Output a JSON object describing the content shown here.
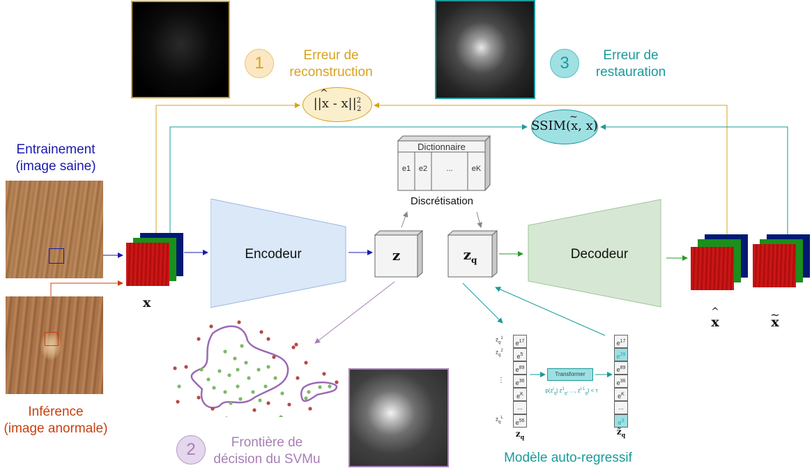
{
  "labels": {
    "train_line1": "Entrainement",
    "train_line2": "(image saine)",
    "inf_line1": "Inférence",
    "inf_line2": "(image anormale)",
    "x_label": "x",
    "encoder": "Encodeur",
    "decoder": "Decodeur",
    "z": "z",
    "zq_main": "z",
    "zq_sub": "q",
    "dictionary": "Dictionnaire",
    "discretisation": "Discrétisation",
    "xhat": "x",
    "xtilde": "x",
    "hat": "^",
    "tilde": "~"
  },
  "errors": {
    "e1_num": "1",
    "e1_line1": "Erreur de",
    "e1_line2": "reconstruction",
    "e3_num": "3",
    "e3_line1": "Erreur de",
    "e3_line2": "restauration",
    "mse": "||x - x||",
    "mse_sup": "2",
    "mse_sub": "2",
    "ssim": "SSIM(x, x)"
  },
  "svm": {
    "num": "2",
    "line1": "Frontière de",
    "line2": "décision du SVMu"
  },
  "dictionary_cells": [
    "e1",
    "e2",
    "...",
    "eK"
  ],
  "autoreg": {
    "title": "Modèle auto-regressif",
    "transformer": "Transformer",
    "prob": "p(z^i_q | z^1_q, ..., z^{i-1}_q) < τ",
    "row_labels": [
      "zq1",
      "zq2",
      "",
      "⋮",
      "",
      "zqL"
    ],
    "left_cells": [
      "e17",
      "e5",
      "e89",
      "e36",
      "eK",
      "...",
      "e56"
    ],
    "right_cells": [
      "e17",
      "e28",
      "e89",
      "e36",
      "eK",
      "...",
      "e3"
    ],
    "left_footer": "zq",
    "right_footer": "z̃q"
  },
  "colors": {
    "blue_text": "#1a1ab0",
    "orange_text": "#c84010",
    "gold": "#d9a21a",
    "teal": "#1a9a9a",
    "purple": "#a67fb5",
    "encoder_fill": "#dae8f8",
    "decoder_fill": "#d6e8d3"
  }
}
